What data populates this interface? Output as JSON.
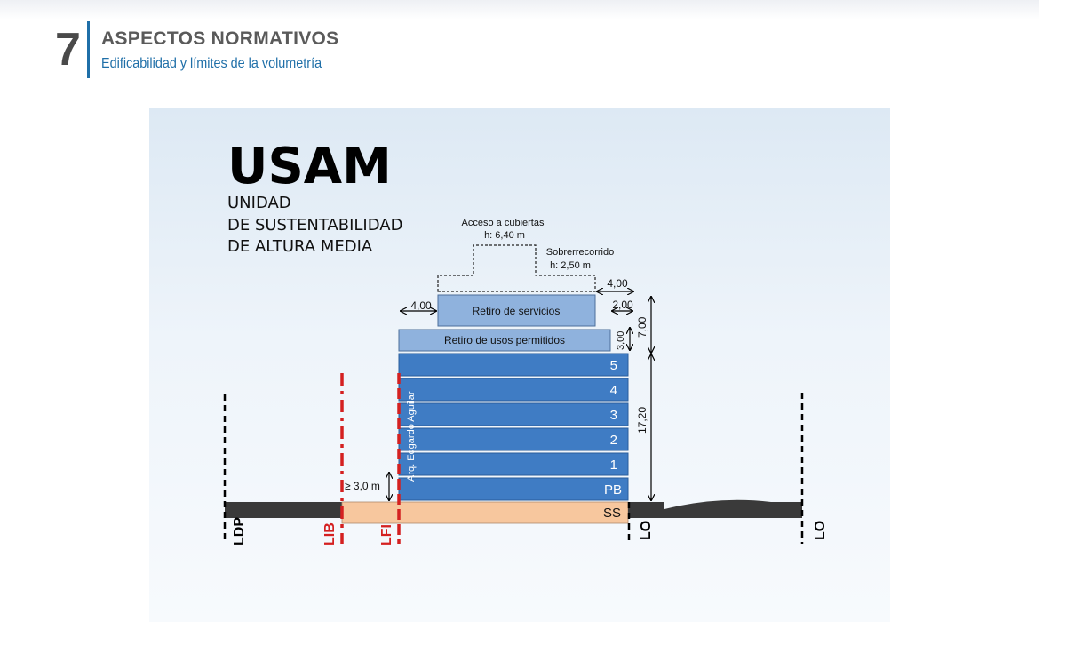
{
  "header": {
    "section_number": "7",
    "title": "ASPECTOS NORMATIVOS",
    "subtitle": "Edificabilidad y límites de la volumetría"
  },
  "diagram": {
    "heading": "USAM",
    "description_lines": [
      "UNIDAD",
      "DE SUSTENTABILIDAD",
      "DE ALTURA MEDIA"
    ],
    "roof_access": {
      "label": "Acceso a cubiertas",
      "height": "h: 6,40 m"
    },
    "overrun": {
      "label": "Sobrerrecorrido",
      "height": "h: 2,50 m"
    },
    "setback_services": "Retiro de servicios",
    "setback_uses": "Retiro de usos permitidos",
    "floors": [
      "5",
      "4",
      "3",
      "2",
      "1",
      "PB"
    ],
    "basement": "SS",
    "dimensions": {
      "top_right": "4,00",
      "left_setback": "4,00",
      "right_setback": "2,00",
      "setback_height": "3,00",
      "upper_height": "7,00",
      "main_height": "17,20",
      "min_height": "≥ 3,0 m"
    },
    "author_credit": "Arq. Edgardo Aguilar",
    "line_labels": {
      "ldp": "LDP",
      "lib": "LIB",
      "lfi": "LFI",
      "lo_left": "LO",
      "lo_right": "LO"
    },
    "colors": {
      "floor_fill": "#3f7cc4",
      "setback_fill": "#8fb2dd",
      "basement_fill": "#f7c79e",
      "ground_fill": "#3a3a3a",
      "red_lines": "#d42020",
      "label_blue": "#1f6fa8"
    }
  }
}
